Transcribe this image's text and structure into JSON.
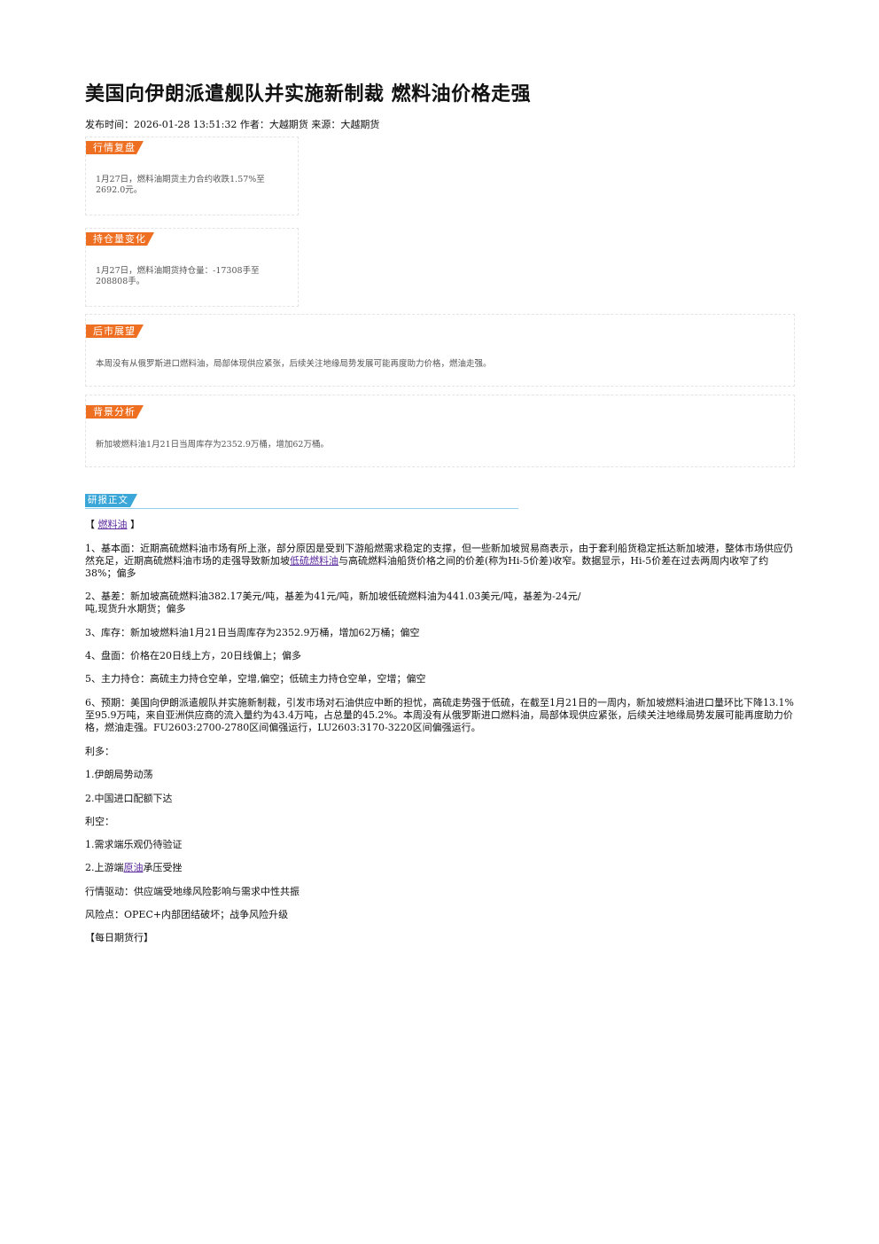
{
  "title": "美国向伊朗派遣舰队并实施新制裁 燃料油价格走强",
  "meta": "发布时间：2026-01-28 13:51:32 作者：大越期货 来源：大越期货",
  "cards": {
    "market": {
      "tag": "行情复盘",
      "text": "1月27日，燃料油期货主力合约收跌1.57%至2692.0元。"
    },
    "position": {
      "tag": "持仓量变化",
      "text": "1月27日，燃料油期货持仓量：-17308手至208808手。"
    },
    "outlook": {
      "tag": "后市展望",
      "text": "本周没有从俄罗斯进口燃料油，局部体现供应紧张，后续关注地缘局势发展可能再度助力价格，燃油走强。"
    },
    "background": {
      "tag": "背景分析",
      "text": "新加坡燃料油1月21日当周库存为2352.9万桶，增加62万桶。"
    }
  },
  "section": {
    "label": "研报正文"
  },
  "article": {
    "p0_pre": "【",
    "p0_link": "燃料油",
    "p0_post": "】",
    "p1_pre": "1、基本面：近期高硫燃料油市场有所上涨，部分原因是受到下游船燃需求稳定的支撑，但一些新加坡贸易商表示，由于套利船货稳定抵达新加坡港，整体市场供应仍然充足，近期高硫燃料油市场的走强导致新加坡",
    "p1_link": "低硫燃料油",
    "p1_post": "与高硫燃料油船货价格之间的价差(称为Hi-5价差)收窄。数据显示，Hi-5价差在过去两周内收窄了约38%；偏多",
    "p2_a": "2、基差：新加坡高硫燃料油382.17美元/吨，基差为41元/吨，新加坡低硫燃料油为441.03美元/吨，基差为-24元/",
    "p2_b": "吨,现货升水期货；偏多",
    "p3": "3、库存：新加坡燃料油1月21日当周库存为2352.9万桶，增加62万桶；偏空",
    "p4": "4、盘面：价格在20日线上方，20日线偏上；偏多",
    "p5": "5、主力持仓：高硫主力持仓空单，空增,偏空；低硫主力持仓空单，空增；偏空",
    "p6": "6、预期：美国向伊朗派遣舰队并实施新制裁，引发市场对石油供应中断的担忧，高硫走势强于低硫，在截至1月21日的一周内，新加坡燃料油进口量环比下降13.1%至95.9万吨，来自亚洲供应商的流入量约为43.4万吨，占总量的45.2%。本周没有从俄罗斯进口燃料油，局部体现供应紧张，后续关注地缘局势发展可能再度助力价格，燃油走强。FU2603:2700-2780区间偏强运行，LU2603:3170-3220区间偏强运行。",
    "p7": "利多：",
    "p8": "1.伊朗局势动荡",
    "p9": "2.中国进口配额下达",
    "p10": "利空：",
    "p11": "1.需求端乐观仍待验证",
    "p12_pre": "2.上游端",
    "p12_link": "原油",
    "p12_post": "承压受挫",
    "p13": "行情驱动：供应端受地缘风险影响与需求中性共振",
    "p14": "风险点：OPEC+内部团结破坏；战争风险升级",
    "p15": "【每日期货行】"
  }
}
